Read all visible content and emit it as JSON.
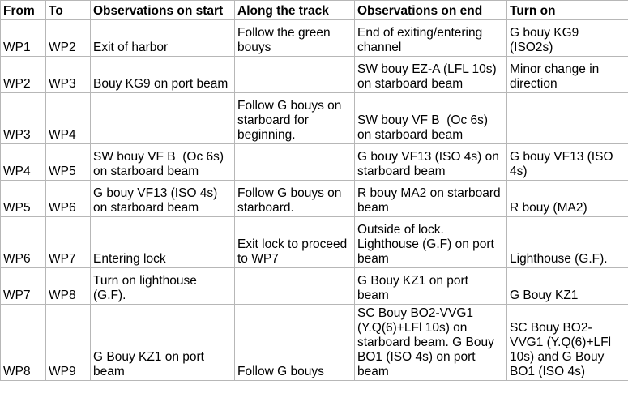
{
  "table": {
    "headers": [
      "From",
      "To",
      "Observations on start",
      "Along the track",
      "Observations on end",
      "Turn on"
    ],
    "rows": [
      [
        "WP1",
        "WP2",
        "Exit of harbor",
        "Follow the green bouys",
        "End of exiting/entering channel",
        "G bouy KG9 (ISO2s)"
      ],
      [
        "WP2",
        "WP3",
        "Bouy KG9 on port beam",
        "",
        "SW bouy EZ-A (LFL 10s) on starboard beam",
        "Minor change in direction"
      ],
      [
        "WP3",
        "WP4",
        "",
        "Follow G bouys on starboard for beginning.",
        "SW bouy VF B  (Oc 6s) on starboard beam",
        ""
      ],
      [
        "WP4",
        "WP5",
        "SW bouy VF B  (Oc 6s) on starboard beam",
        "",
        "G bouy VF13 (ISO 4s) on starboard beam",
        "G bouy VF13 (ISO 4s)"
      ],
      [
        "WP5",
        "WP6",
        "G bouy VF13 (ISO 4s) on starboard beam",
        "Follow G bouys on starboard.",
        "R bouy MA2 on starboard beam",
        "R bouy (MA2)"
      ],
      [
        "WP6",
        "WP7",
        "Entering lock",
        "Exit lock to proceed to WP7",
        "Outside of lock. Lighthouse (G.F) on port beam",
        "Lighthouse (G.F)."
      ],
      [
        "WP7",
        "WP8",
        "Turn on lighthouse (G.F).",
        "",
        "G Bouy KZ1 on port beam",
        "G Bouy KZ1"
      ],
      [
        "WP8",
        "WP9",
        "G Bouy KZ1 on port beam",
        "Follow G bouys",
        "SC Bouy BO2-VVG1 (Y.Q(6)+LFl 10s) on starboard beam. G Bouy BO1 (ISO 4s) on port beam",
        "SC Bouy BO2-VVG1 (Y.Q(6)+LFl 10s) and G Bouy BO1 (ISO 4s)"
      ]
    ]
  }
}
